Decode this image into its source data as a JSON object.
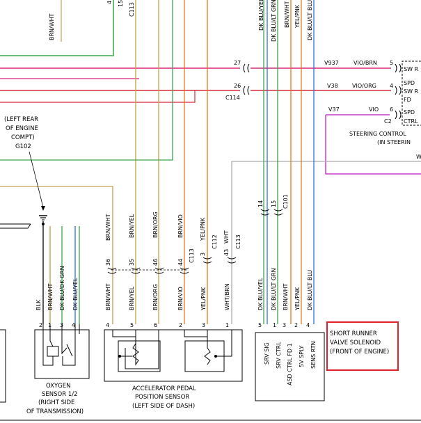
{
  "colors": {
    "green": "#3aa64a",
    "magenta": "#d6237c",
    "red": "#d92b3a",
    "orange": "#e8781e",
    "tan": "#c4a24a",
    "gray": "#aaaaaa",
    "blue": "#2f6fd8",
    "violet": "#c83cc8",
    "highlight": "#e0202a"
  },
  "top_labels": {
    "brn_wht_top": "BRN/WHT",
    "num4_top": "4",
    "num15_top": "15",
    "c113_top": "C113",
    "dk_blu_yel_top": "DK BLU/YEL",
    "dk_blu_lt_grn_top": "DK BLU/LT GRN",
    "brn_wht_right_top": "BRN/WHT",
    "yel_pnk_top": "YEL/PNK",
    "dk_blu_lt_blu_top": "DK BLU/LT BLU"
  },
  "connectors": {
    "pin27": "27",
    "pin26": "26",
    "c114": "C114",
    "c2": "C2",
    "pin5": "5",
    "pin4": "4",
    "pin6": "6"
  },
  "right_wires": {
    "v937": "V937",
    "vio_brn": "VIO/BRN",
    "v38": "V38",
    "vio_org": "VIO/ORG",
    "v37": "V37",
    "vio": "VIO"
  },
  "steering": {
    "sw_r1": "SW R",
    "spd1": "SPD",
    "sw_r2": "SW R",
    "fd": "FD",
    "spd2": "SPD",
    "ctrl": "CTRL",
    "title": "STEERING CONTROL",
    "subtitle": "(IN STEERIN",
    "w_label": "W"
  },
  "ground": {
    "line1": "(LEFT REAR",
    "line2": "OF ENGINE",
    "line3": "COMPT)",
    "line4": "G102"
  },
  "splices": {
    "left_14": "14",
    "left_15": "15",
    "c101": "C101",
    "n36": "36",
    "n35": "35",
    "n46": "46",
    "n44": "44",
    "c113_mid": "C113",
    "n3": "3",
    "c112": "C112",
    "n43": "43",
    "wht": "WHT",
    "c113_mid2": "C113"
  },
  "wire_upper": {
    "brn_wht": "BRN/WHT",
    "brn_yel": "BRN/YEL",
    "brn_org": "BRN/ORG",
    "brn_vio": "BRN/VIO",
    "yel_pnk": "YEL/PNK"
  },
  "wire_lower": {
    "blk": "BLK",
    "brn_wht_o2": "BRN/WHT",
    "dk_blu_dk_grn": "DK BLU/DK GRN",
    "dk_blu_yel_o2": "DK BLU/YEL",
    "brn_wht_app": "BRN/WHT",
    "brn_yel_app": "BRN/YEL",
    "brn_org_app": "BRN/ORG",
    "brn_vio_app": "BRN/VIO",
    "yel_pnk_app": "YEL/PNK",
    "wht_brn_app": "WHT/BRN",
    "dk_blu_yel_sr": "DK BLU/YEL",
    "dk_blu_lt_grn_sr": "DK BLU/LT GRN",
    "brn_wht_sr": "BRN/WHT",
    "yel_pnk_sr": "YEL/PNK",
    "dk_blu_lt_blu_sr": "DK BLU/LT BLU"
  },
  "pins_o2": {
    "p2": "2",
    "p1": "1",
    "p3": "3",
    "p4": "4"
  },
  "pins_app": {
    "p4": "4",
    "p5": "5",
    "p6": "6",
    "p2": "2",
    "p3": "3",
    "p1": "1"
  },
  "pins_sr": {
    "p5": "5",
    "p1": "1",
    "p3": "3",
    "p2": "2",
    "p4": "4"
  },
  "o2_sensor": {
    "line1": "OXYGEN",
    "line2": "SENSOR 1/2",
    "line3": "(RIGHT SIDE",
    "line4": "OF TRANSMISSION)"
  },
  "app_sensor": {
    "line1": "ACCELERATOR PEDAL",
    "line2": "POSITION SENSOR",
    "line3": "(LEFT SIDE OF DASH)"
  },
  "sr_pins": {
    "srv_sig": "SRV SIG",
    "srv_ctrl": "SRV CTRL",
    "asd": "ASD CTRL FD 1",
    "splv": "5V SPLY",
    "sens_rtn": "SENS RTN"
  },
  "callout": {
    "line1": "SHORT RUNNER",
    "line2": "VALVE SOLENOID",
    "line3": "(FRONT OF ENGINE)"
  }
}
